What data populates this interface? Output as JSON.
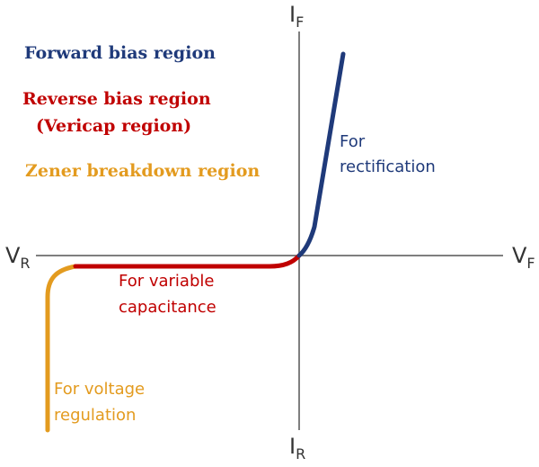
{
  "legend": {
    "forward": "Forward bias region",
    "reverse_line1": "Reverse bias region",
    "reverse_line2": "(Vericap region)",
    "zener": "Zener breakdown region"
  },
  "axes": {
    "top_main": "I",
    "top_sub": "F",
    "bottom_main": "I",
    "bottom_sub": "R",
    "left_main": "V",
    "left_sub": "R",
    "right_main": "V",
    "right_sub": "F"
  },
  "annotations": {
    "forward_line1": "For",
    "forward_line2": "rectification",
    "reverse_line1": "For variable",
    "reverse_line2": "capacitance",
    "zener_line1": "For voltage",
    "zener_line2": "regulation"
  },
  "colors": {
    "forward": "#1f3a7a",
    "reverse": "#c00000",
    "zener": "#e39b1f",
    "axis": "#555555",
    "text": "#333333"
  }
}
